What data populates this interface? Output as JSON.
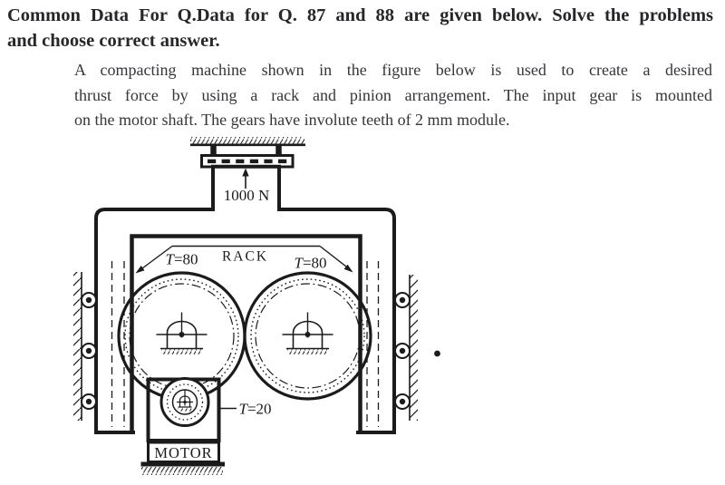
{
  "page": {
    "background": "#ffffff",
    "ink": "#1b1b1b",
    "heading_color": "#26262b",
    "body_color": "#35353a"
  },
  "header": {
    "line1": "Common Data For Q.Data for Q. 87 and 88 are given below. Solve the problems",
    "line2": "and choose correct answer."
  },
  "problem": {
    "line1": "A compacting machine shown in the figure below is used to create a desired",
    "line2": "thrust force by using a rack and pinion arrangement. The input gear is mounted",
    "line3": "on the motor shaft. The gears have involute teeth of 2 mm module."
  },
  "figure": {
    "force": "1000 N",
    "rack": "RACK",
    "gear_left": {
      "symbol": "T",
      "teeth": "=80"
    },
    "gear_right": {
      "symbol": "T",
      "teeth": "=80"
    },
    "pinion": {
      "symbol": "T",
      "teeth": "=20"
    },
    "motor": "MOTOR"
  }
}
